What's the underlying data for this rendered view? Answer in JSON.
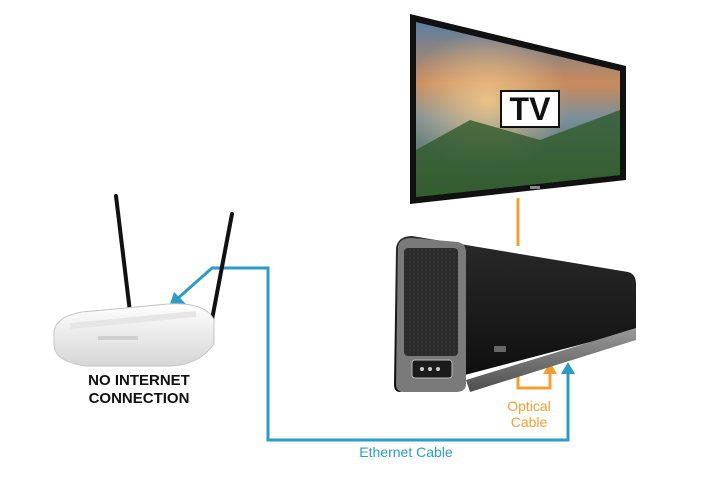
{
  "tv": {
    "label": "TV"
  },
  "router": {
    "caption_line1": "NO INTERNET",
    "caption_line2": "CONNECTION"
  },
  "cables": {
    "optical_line1": "Optical",
    "optical_line2": "Cable",
    "ethernet": "Ethernet Cable"
  },
  "colors": {
    "optical": "#f0a030",
    "ethernet": "#2b9cc4",
    "soundbar": "#1c1c1c",
    "tv_frame": "#111111",
    "router_body": "#f4f4f4"
  }
}
